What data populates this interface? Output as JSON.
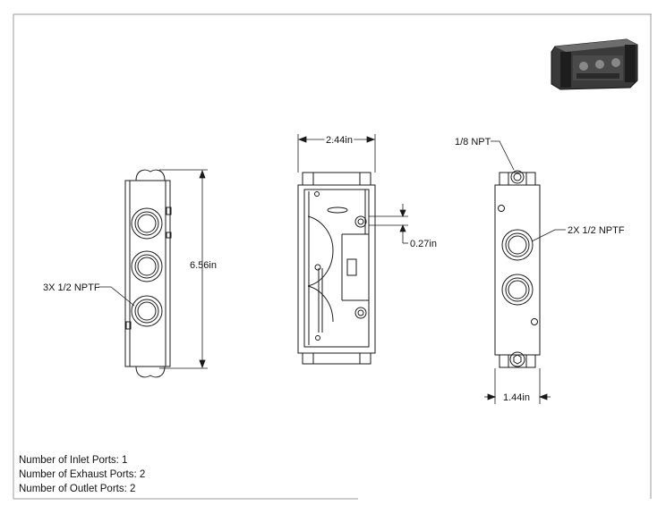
{
  "dimensions": {
    "height": "6.56in",
    "width": "2.44in",
    "offset": "0.27in",
    "side_width": "1.44in"
  },
  "callouts": {
    "left_ports": "3X 1/2 NPTF",
    "pilot_port": "1/8 NPT",
    "right_ports": "2X 1/2 NPTF"
  },
  "notes": [
    "Number of Inlet Ports: 1",
    "Number of Exhaust Ports: 2",
    "Number of Outlet Ports: 2"
  ],
  "colors": {
    "line": "#1a1a1a",
    "frame": "#9a9a9a",
    "thumbnail_dark": "#2a2a2a"
  }
}
